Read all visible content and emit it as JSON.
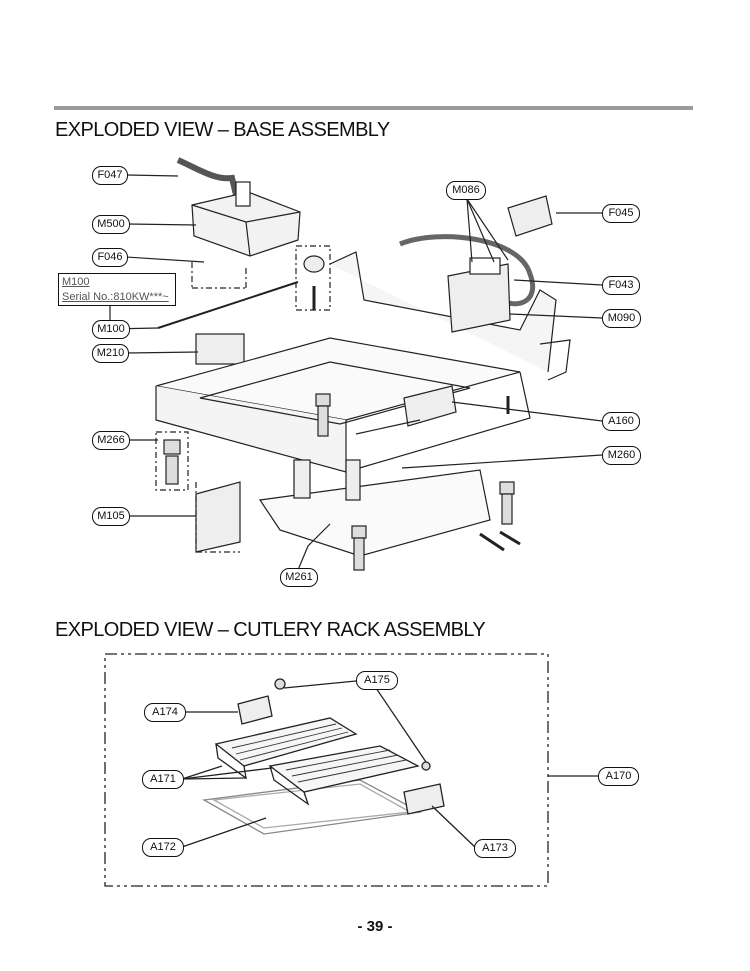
{
  "section1": {
    "title": "EXPLODED VIEW – BASE ASSEMBLY",
    "note": {
      "line1": "M100",
      "line2": "Serial No.:810KW***~"
    },
    "callouts": [
      "F047",
      "M500",
      "F046",
      "M100",
      "M210",
      "M266",
      "M105",
      "M261",
      "M086",
      "F045",
      "F043",
      "M090",
      "A160",
      "M260"
    ]
  },
  "section2": {
    "title": "EXPLODED VIEW – CUTLERY RACK  ASSEMBLY",
    "callouts": [
      "A175",
      "A174",
      "A171",
      "A170",
      "A172",
      "A173"
    ]
  },
  "page_number": "- 39 -"
}
